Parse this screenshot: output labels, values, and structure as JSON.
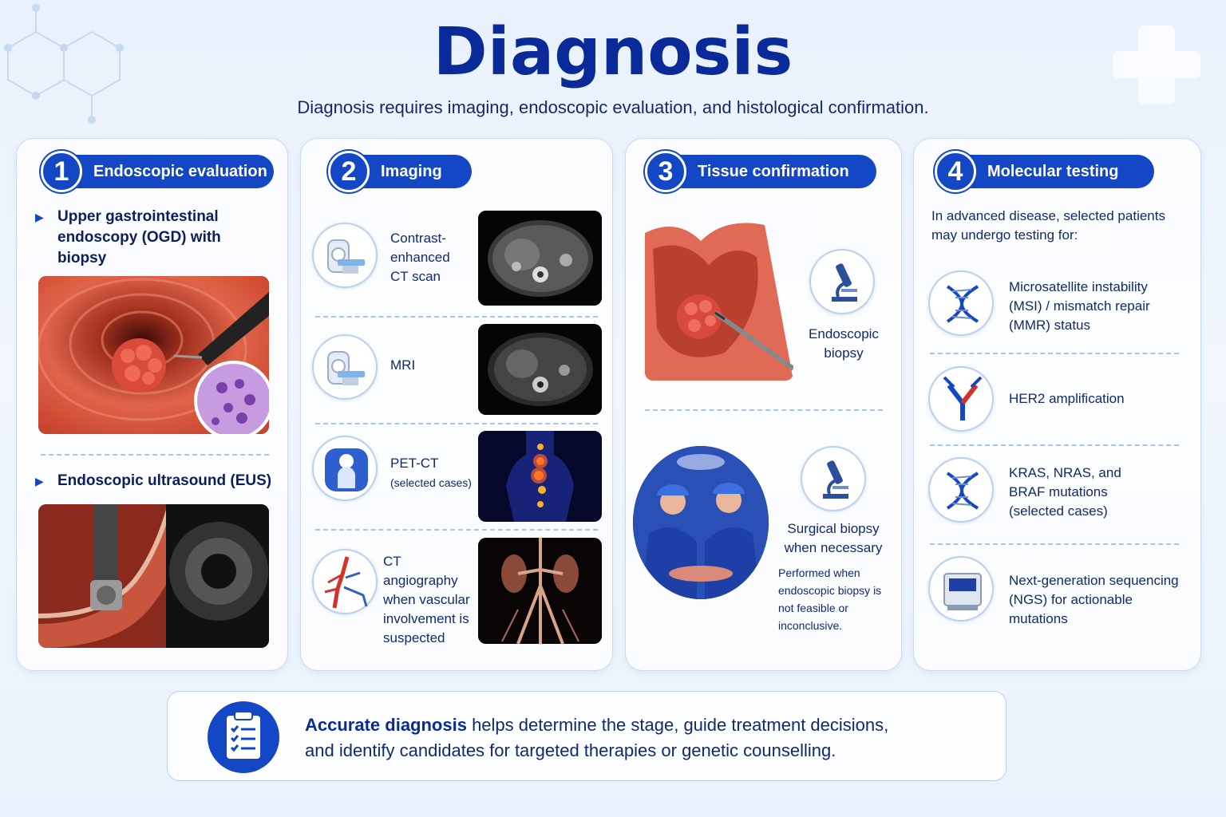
{
  "page": {
    "title": "Diagnosis",
    "subtitle": "Diagnosis requires imaging, endoscopic evaluation, and histological confirmation."
  },
  "steps": [
    {
      "number": "1",
      "title": "Endoscopic evaluation"
    },
    {
      "number": "2",
      "title": "Imaging"
    },
    {
      "number": "3",
      "title": "Tissue confirmation"
    },
    {
      "number": "4",
      "title": "Molecular testing"
    }
  ],
  "endoscopic": {
    "items": [
      {
        "label": "Upper gastrointestinal endoscopy (OGD) with biopsy"
      },
      {
        "label": "Endoscopic ultrasound (EUS)"
      }
    ]
  },
  "imaging": {
    "items": [
      {
        "label": "Contrast-enhanced CT scan",
        "note": ""
      },
      {
        "label": "MRI",
        "note": ""
      },
      {
        "label": "PET-CT",
        "note": "(selected cases)"
      },
      {
        "label": "CT angiography when vascular involvement is suspected",
        "note": ""
      }
    ]
  },
  "tissue": {
    "items": [
      {
        "label": "Endoscopic biopsy",
        "note": ""
      },
      {
        "label": "Surgical biopsy when necessary",
        "note": "Performed when endoscopic biopsy is not feasible or inconclusive."
      }
    ]
  },
  "molecular": {
    "intro": "In advanced disease, selected patients may undergo testing for:",
    "items": [
      {
        "label": "Microsatellite instability (MSI) / mismatch repair (MMR) status",
        "icon": "dna-icon"
      },
      {
        "label": "HER2 amplification",
        "icon": "antibody-icon"
      },
      {
        "label": "KRAS, NRAS, and BRAF mutations (selected cases)",
        "icon": "dna-icon"
      },
      {
        "label": "Next-generation sequencing (NGS) for actionable mutations",
        "icon": "sequencer-icon"
      }
    ]
  },
  "footer": {
    "bold": "Accurate diagnosis",
    "text_line1": " helps determine the stage, guide treatment decisions,",
    "text_line2": "and identify candidates for targeted therapies or genetic counselling."
  },
  "colors": {
    "primary": "#1447c6",
    "title": "#0b2a9a",
    "text": "#13296e"
  }
}
